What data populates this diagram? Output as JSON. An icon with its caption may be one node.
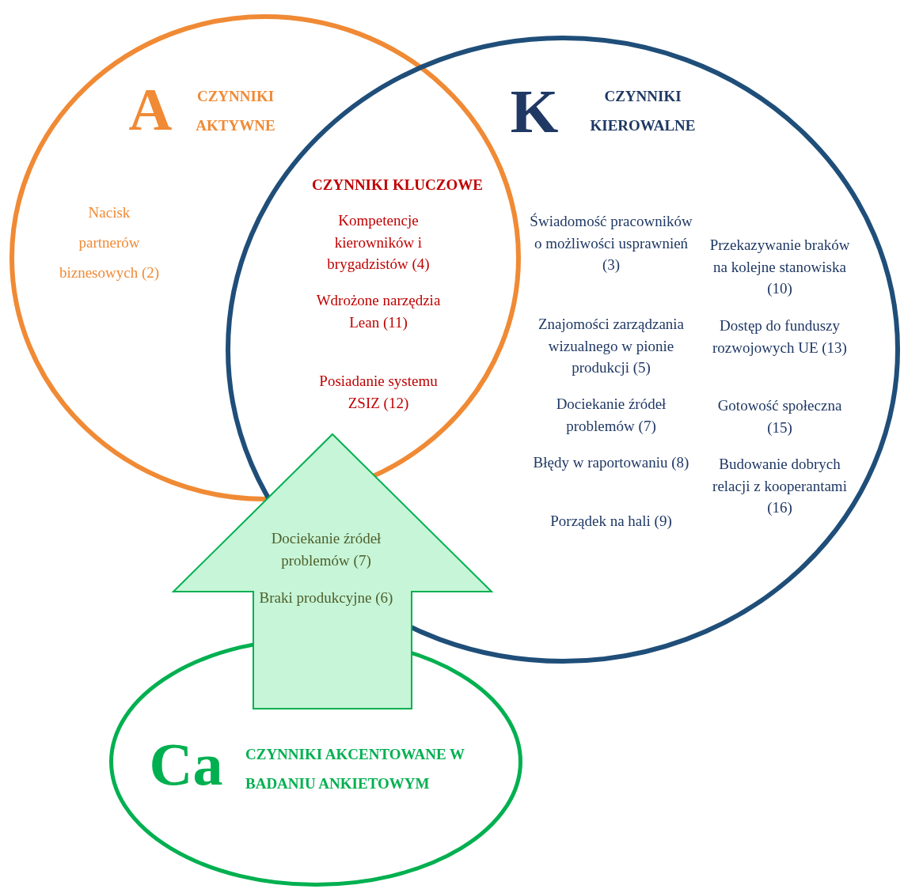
{
  "diagram": {
    "nodes": [
      {
        "text": [
          "A",
          "CZYNNIKI AKTYWNE",
          "Nacisk partnerów biznesowych (2)"
        ]
      },
      {
        "text": [
          "K",
          "CZYNNIKI KIEROWALNE",
          "Świadomość pracowników o możliwości usprawnień (3)",
          "Przekazywanie braków na kolejne stanowiska (10)",
          "Znajomości zarządzania wizualnego w pionie produkcji (5)",
          "Dostęp do funduszy rozwojowych UE (13)",
          "Dociekanie źródeł problemów (7)",
          "Gotowość społeczna (15)",
          "Błędy w raportowaniu (8)",
          "Budowanie dobrych relacji z kooperantami (16)",
          "Porządek na hali (9)"
        ]
      },
      {
        "text": [
          "Ca",
          "CZYNNIKI AKCENTOWANE W BADANIU ANKIETOWYM"
        ]
      },
      {
        "text": [
          "Dociekanie źródeł problemów (7)",
          "Braki produkcyjne (6)"
        ]
      }
    ],
    "labels": [
      "CZYNNIKI KLUCZOWE",
      "Kompetencje kierowników i brygadzistów (4)",
      "Wdrożone narzędzia Lean (11)",
      "Posiadanie systemu ZSIZ (12)"
    ]
  }
}
